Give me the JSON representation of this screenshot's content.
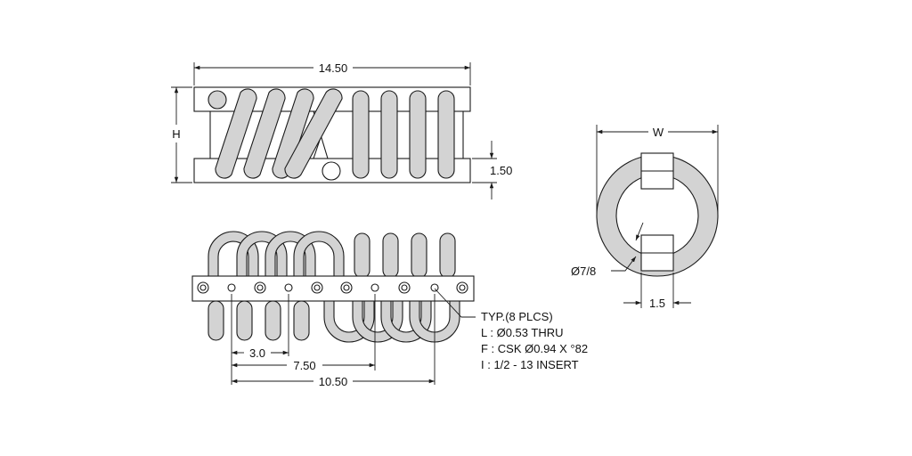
{
  "drawing": {
    "front_view": {
      "width_dim": "14.50",
      "height_dim": "H",
      "bar_thickness_dim": "1.50"
    },
    "bottom_view": {
      "hole_callout": [
        "TYP.(8 PLCS)",
        "L : Ø0.53 THRU",
        "F : CSK Ø0.94 X °82",
        "I : 1/2 - 13 INSERT"
      ],
      "spacing_dims": [
        "3.0",
        "7.50",
        "10.50"
      ]
    },
    "side_view": {
      "width_dim": "W",
      "cable_dia_dim": "Ø7/8",
      "bar_width_dim": "1.5"
    }
  }
}
